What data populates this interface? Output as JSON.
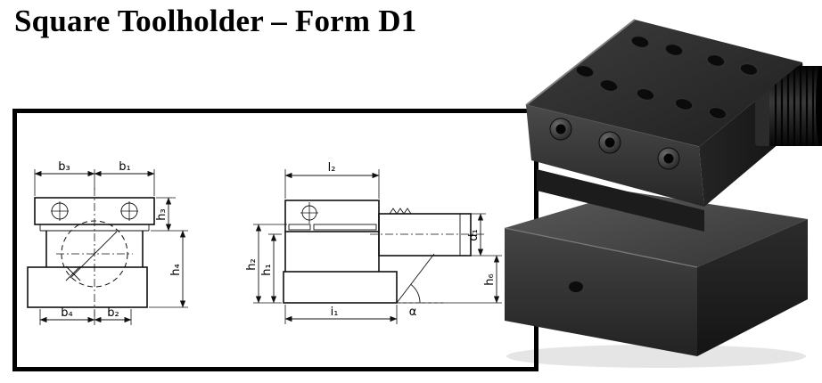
{
  "page": {
    "title": "Square Toolholder – Form D1"
  },
  "drawing": {
    "dims": {
      "b3": "b₃",
      "b1": "b₁",
      "h3": "h₃",
      "h4": "h₄",
      "b4": "b₄",
      "b2": "b₂",
      "l2": "l₂",
      "h2": "h₂",
      "h1": "h₁",
      "d1": "d₁",
      "h6": "h₆",
      "i1": "i₁",
      "alpha": "α"
    }
  },
  "colors": {
    "frame": "#000000",
    "line": "#111111"
  }
}
